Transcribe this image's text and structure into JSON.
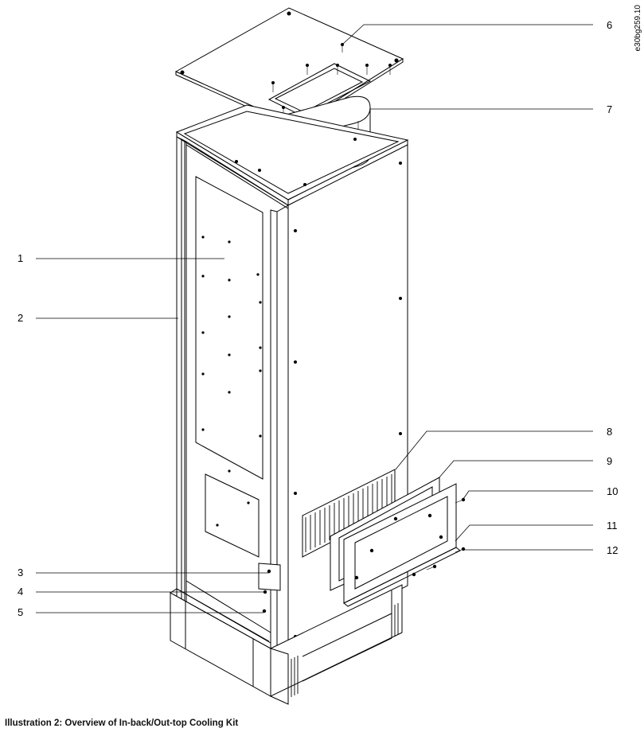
{
  "drawing_code": "e30bg259.10",
  "caption": "Illustration 2: Overview of In-back/Out-top Cooling Kit",
  "callouts": [
    "1",
    "2",
    "3",
    "4",
    "5",
    "6",
    "7",
    "8",
    "9",
    "10",
    "11",
    "12"
  ]
}
